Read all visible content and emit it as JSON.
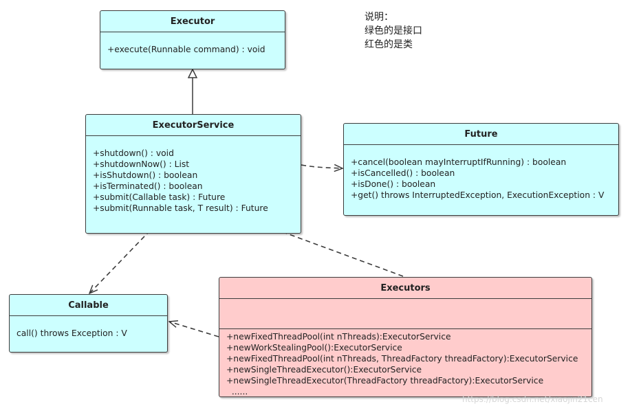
{
  "note": {
    "lines": [
      "说明：",
      "绿色的是接口",
      "红色的是类"
    ]
  },
  "colors": {
    "interface": "#ccffff",
    "class": "#ffcccc",
    "border": "#3b3b3b"
  },
  "boxes": {
    "executor": {
      "name": "Executor",
      "members": [
        "+execute(Runnable command) : void"
      ]
    },
    "executor_service": {
      "name": "ExecutorService",
      "members": [
        "+shutdown() : void",
        "+shutdownNow() : List",
        "+isShutdown() : boolean",
        "+isTerminated() : boolean",
        "+submit(Callable task) : Future",
        "+submit(Runnable task, T result) : Future"
      ]
    },
    "future": {
      "name": "Future",
      "members": [
        "+cancel(boolean mayInterruptIfRunning) : boolean",
        "+isCancelled() : boolean",
        "+isDone() : boolean",
        "+get() throws InterruptedException, ExecutionException : V"
      ]
    },
    "callable": {
      "name": "Callable",
      "members": [
        "call() throws Exception : V"
      ]
    },
    "executors": {
      "name": "Executors",
      "members": [
        "+newFixedThreadPool(int nThreads):ExecutorService",
        "+newWorkStealingPool():ExecutorService",
        "+newFixedThreadPool(int nThreads, ThreadFactory threadFactory):ExecutorService",
        "+newSingleThreadExecutor():ExecutorService",
        "+newSingleThreadExecutor(ThreadFactory threadFactory):ExecutorService",
        "  ......"
      ]
    }
  },
  "watermark": "https://blog.csdn.net/xiaojin21cen"
}
